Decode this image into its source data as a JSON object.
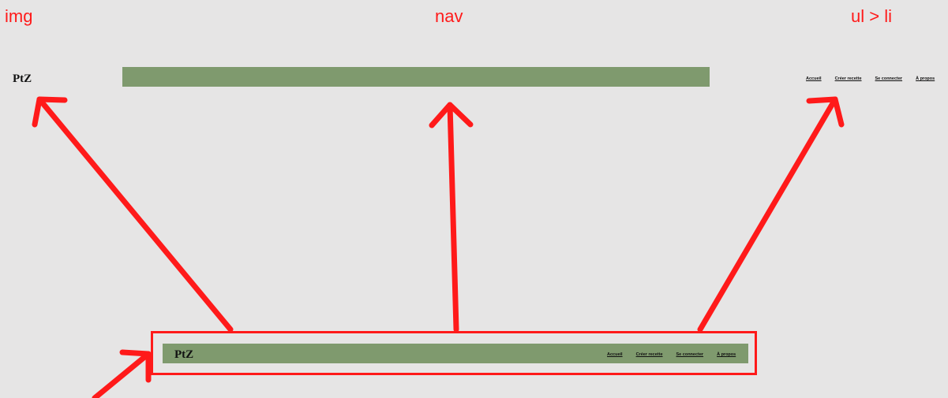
{
  "annotations": {
    "img_label": "img",
    "nav_label": "nav",
    "ul_li_label": "ul > li"
  },
  "logo": {
    "text": "PtZ"
  },
  "menu": {
    "items": [
      "Accueil",
      "Créer recette",
      "Se connecter",
      "À propos"
    ]
  },
  "colors": {
    "background": "#e6e5e5",
    "nav_green": "#7f9a6e",
    "annotation_red": "#ff1a1a",
    "text": "#111111"
  }
}
